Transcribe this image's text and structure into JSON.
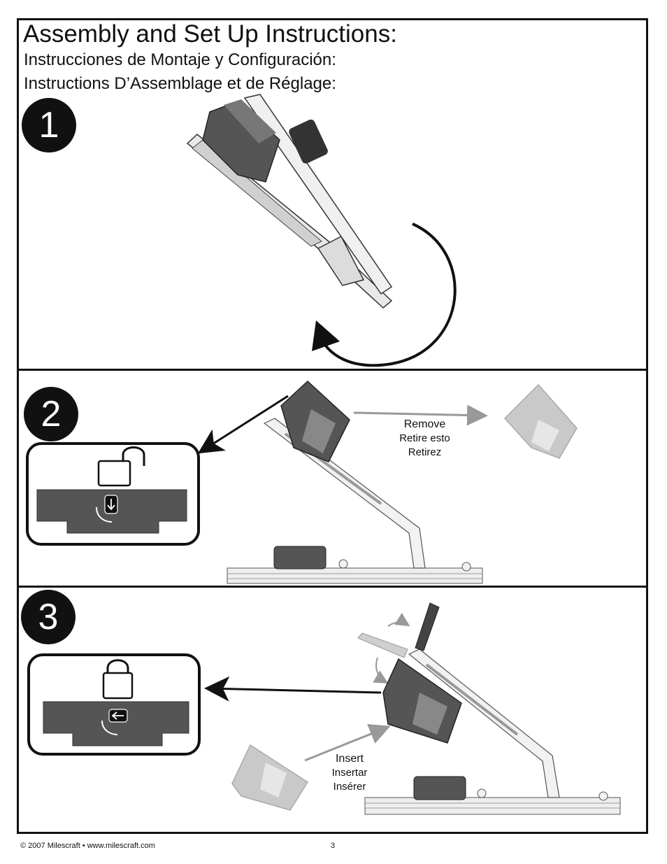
{
  "header": {
    "title": "Assembly and Set Up Instructions:",
    "subtitle_es": "Instrucciones de Montaje y Configuración:",
    "subtitle_fr": "Instructions D’Assemblage et de Réglage:"
  },
  "steps": [
    {
      "number": "1"
    },
    {
      "number": "2",
      "label_en": "Remove",
      "label_es": "Retire esto",
      "label_fr": "Retirez",
      "lock_state": "unlocked"
    },
    {
      "number": "3",
      "label_en": "Insert",
      "label_es": "Insertar",
      "label_fr": "Insérer",
      "lock_state": "locked"
    }
  ],
  "footer": {
    "copyright": "© 2007 Milescraft • www.milescraft.com",
    "page_number": "3"
  }
}
